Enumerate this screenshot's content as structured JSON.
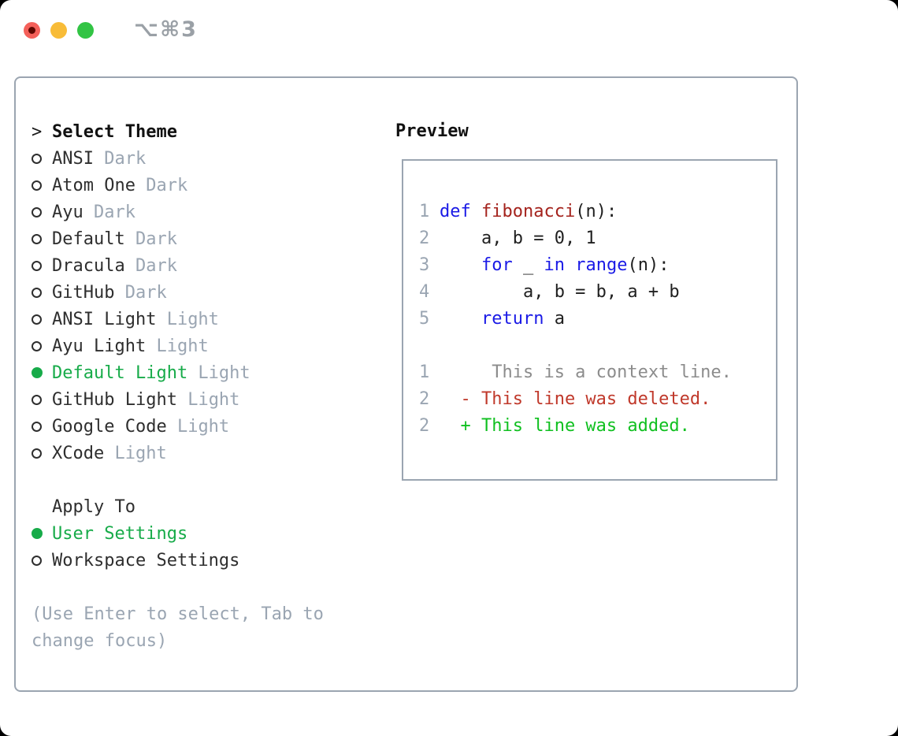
{
  "titlebar": {
    "shortcut": "⌥⌘3",
    "traffic_lights": [
      "close",
      "minimize",
      "zoom"
    ]
  },
  "theme_panel": {
    "header": {
      "prefix": ">",
      "label": "Select Theme"
    },
    "themes": [
      {
        "name": "ANSI",
        "tag": "Dark",
        "selected": false
      },
      {
        "name": "Atom One",
        "tag": "Dark",
        "selected": false
      },
      {
        "name": "Ayu",
        "tag": "Dark",
        "selected": false
      },
      {
        "name": "Default",
        "tag": "Dark",
        "selected": false
      },
      {
        "name": "Dracula",
        "tag": "Dark",
        "selected": false
      },
      {
        "name": "GitHub",
        "tag": "Dark",
        "selected": false
      },
      {
        "name": "ANSI Light",
        "tag": "Light",
        "selected": false
      },
      {
        "name": "Ayu Light",
        "tag": "Light",
        "selected": false
      },
      {
        "name": "Default Light",
        "tag": "Light",
        "selected": true
      },
      {
        "name": "GitHub Light",
        "tag": "Light",
        "selected": false
      },
      {
        "name": "Google Code",
        "tag": "Light",
        "selected": false
      },
      {
        "name": "XCode",
        "tag": "Light",
        "selected": false
      }
    ],
    "apply_to": {
      "label": "Apply To",
      "options": [
        {
          "label": "User Settings",
          "selected": true
        },
        {
          "label": "Workspace Settings",
          "selected": false
        }
      ]
    },
    "hint_lines": [
      "(Use Enter to select, Tab to",
      "change focus)"
    ]
  },
  "preview": {
    "label": "Preview",
    "lines": [
      {
        "type": "code",
        "num": "1",
        "segments": [
          {
            "c": "kw",
            "t": "def"
          },
          {
            "c": "p",
            "t": " "
          },
          {
            "c": "fn",
            "t": "fibonacci"
          },
          {
            "c": "p",
            "t": "(n):"
          }
        ]
      },
      {
        "type": "code",
        "num": "2",
        "segments": [
          {
            "c": "p",
            "t": "    a, b = 0, 1"
          }
        ]
      },
      {
        "type": "code",
        "num": "3",
        "segments": [
          {
            "c": "p",
            "t": "    "
          },
          {
            "c": "kw",
            "t": "for"
          },
          {
            "c": "p",
            "t": " _ "
          },
          {
            "c": "kw",
            "t": "in"
          },
          {
            "c": "p",
            "t": " "
          },
          {
            "c": "kw",
            "t": "range"
          },
          {
            "c": "p",
            "t": "(n):"
          }
        ]
      },
      {
        "type": "code",
        "num": "4",
        "segments": [
          {
            "c": "p",
            "t": "        a, b = b, a + b"
          }
        ]
      },
      {
        "type": "code",
        "num": "5",
        "segments": [
          {
            "c": "p",
            "t": "    "
          },
          {
            "c": "kw",
            "t": "return"
          },
          {
            "c": "p",
            "t": " a"
          }
        ]
      },
      {
        "type": "blank"
      },
      {
        "type": "diff",
        "num": "1",
        "style": "ctx",
        "text": "     This is a context line."
      },
      {
        "type": "diff",
        "num": "2",
        "style": "del",
        "text": "  - This line was deleted."
      },
      {
        "type": "diff",
        "num": "2",
        "style": "add",
        "text": "  + This line was added."
      }
    ]
  },
  "colors": {
    "accent_green": "#17ab49",
    "added_green": "#10c020",
    "deleted_red": "#c0392b",
    "keyword_blue": "#1a1ae6",
    "function_red": "#a4231d",
    "muted_gray": "#9aa5b2",
    "context_gray": "#8c8c8c",
    "border_gray": "#9ba5b1"
  }
}
